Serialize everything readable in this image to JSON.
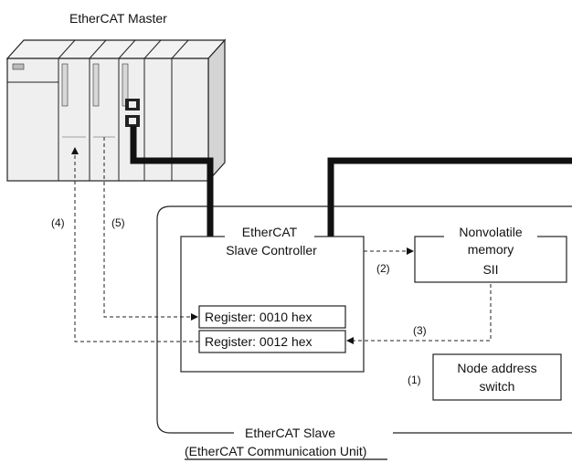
{
  "master": {
    "title": "EtherCAT Master"
  },
  "slave_controller": {
    "line1": "EtherCAT",
    "line2": "Slave Controller"
  },
  "registers": {
    "reg1": "Register: 0010 hex",
    "reg2": "Register: 0012 hex"
  },
  "nonvolatile_memory": {
    "line1": "Nonvolatile",
    "line2": "memory",
    "line3": "SII"
  },
  "node_address_switch": {
    "line1": "Node address",
    "line2": "switch"
  },
  "steps": {
    "s1": "(1)",
    "s2": "(2)",
    "s3": "(3)",
    "s4": "(4)",
    "s5": "(5)"
  },
  "slave": {
    "title": "EtherCAT Slave",
    "subtitle": "(EtherCAT Communication Unit)"
  }
}
